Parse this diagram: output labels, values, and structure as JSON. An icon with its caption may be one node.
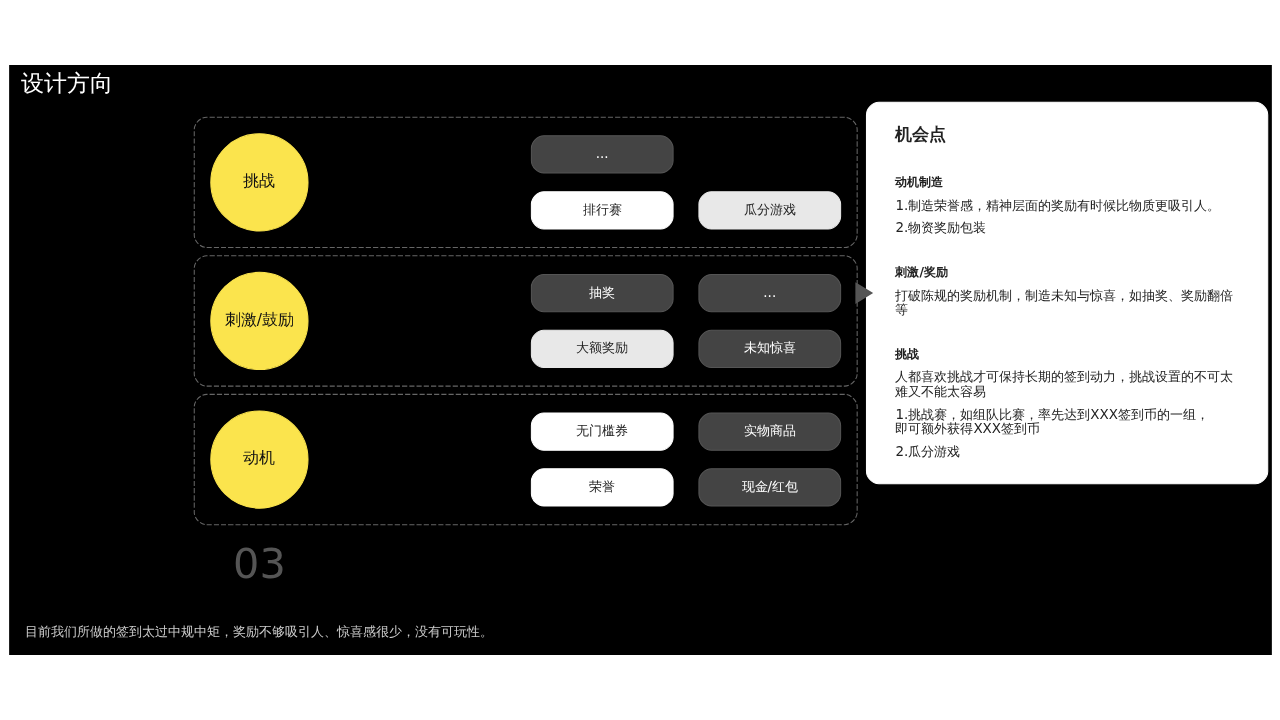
{
  "diagram": {
    "title": "设计方向",
    "nodes": [
      {
        "text": [],
        "shape": "box"
      },
      {
        "text": [
          "动机"
        ],
        "in": 0
      },
      {
        "text": [
          "荣誉"
        ],
        "in": 0
      },
      {
        "text": [
          "现金/红包"
        ],
        "in": 0
      },
      {
        "text": [
          "无门槛券"
        ],
        "in": 0
      },
      {
        "text": [
          "实物商品"
        ],
        "in": 0
      },
      {
        "text": [],
        "shape": "box"
      },
      {
        "text": [
          "刺激/鼓励"
        ],
        "in": 6
      },
      {
        "text": [
          "大额奖励"
        ],
        "in": 6
      },
      {
        "text": [
          "未知惊喜"
        ],
        "in": 6
      },
      {
        "text": [
          "抽奖"
        ],
        "in": 6
      },
      {
        "text": [
          "..."
        ],
        "in": 6
      },
      {
        "text": [],
        "shape": "box"
      },
      {
        "text": [
          "挑战"
        ],
        "in": 12
      },
      {
        "text": [
          "排行赛"
        ],
        "in": 12
      },
      {
        "text": [
          "瓜分游戏"
        ],
        "in": 12
      },
      {
        "text": [
          "..."
        ],
        "in": 12
      },
      {
        "text": [
          "机会点",
          "动机制造",
          "1.制造荣誉感，精神层面的奖励有时候比物质更吸引人。",
          "2.物资奖励包装",
          "刺激/奖励",
          "打破陈规的奖励机制，制造未知与惊喜，如抽奖、奖励翻倍等",
          "挑战",
          "人都喜欢挑战才可保持长期的签到动力，挑战设置的不可太难又不能太容易",
          "1.挑战赛，如组队比赛，率先达到XXX签到币的一组，即可额外获得XXX签到币",
          "2.瓜分游戏"
        ]
      }
    ],
    "edges": [
      {
        "from": 6,
        "to": 17,
        "arrow": "to",
        "style": "thick"
      }
    ],
    "labels": [
      "03",
      "目前我们所做的签到太过中规中矩，奖励不够吸引人、惊喜感很少，没有可玩性。"
    ]
  }
}
